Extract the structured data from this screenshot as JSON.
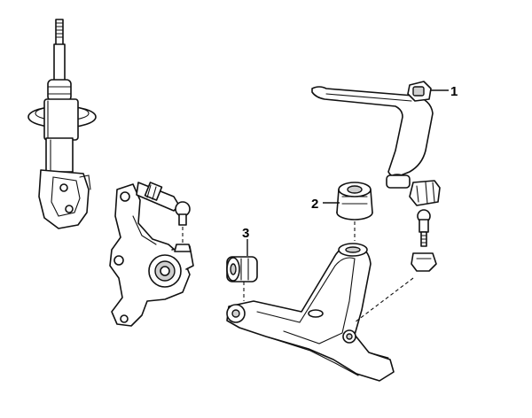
{
  "callouts": {
    "c1": "1",
    "c2": "2",
    "c3": "3"
  },
  "colors": {
    "line": "#111111",
    "shade": "#cfcfcf",
    "background": "#ffffff"
  }
}
